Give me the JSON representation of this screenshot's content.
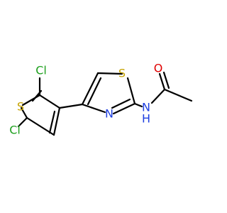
{
  "molecule": {
    "atoms": {
      "cl_top": "Cl",
      "cl_bottom": "Cl",
      "s_thiophene": "S",
      "s_thiazole": "S",
      "n_thiazole": "N",
      "n_amide": "N",
      "h_amide": "H",
      "o_carbonyl": "O"
    }
  },
  "colors": {
    "bond": "#000000",
    "chlorine": "#1FA01F",
    "sulfur": "#C6A300",
    "nitrogen": "#1E3FE0",
    "oxygen": "#E00000"
  }
}
